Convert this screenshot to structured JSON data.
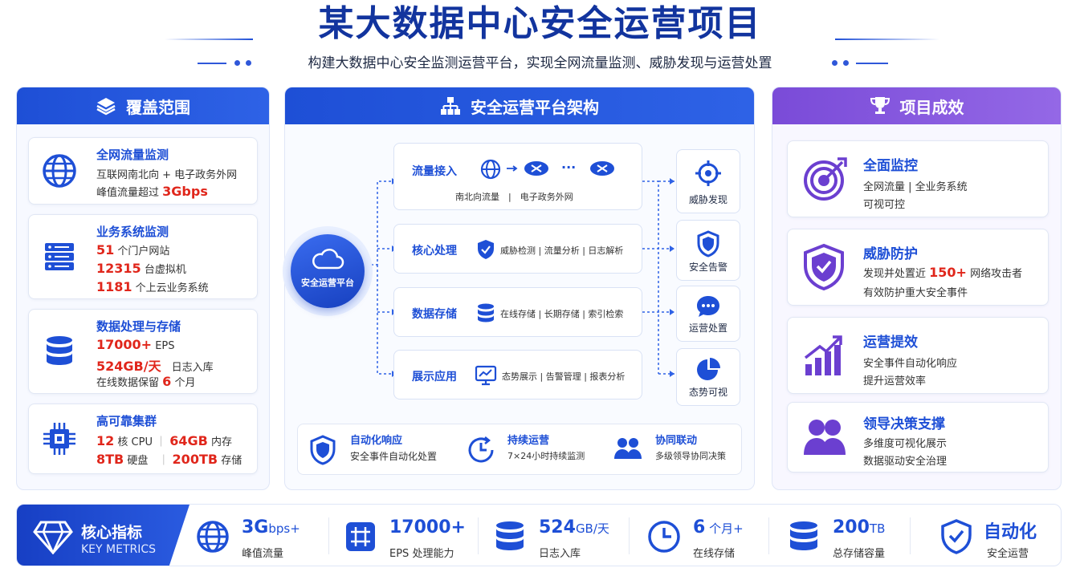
{
  "header": {
    "title": "某大数据中心安全运营项目",
    "subtitle": "构建大数据中心安全监测运营平台，实现全网流量监测、威胁发现与运营处置"
  },
  "colors": {
    "primary_blue": "#1e4fd6",
    "purple": "#7a4bd8",
    "accent_red": "#e0261b"
  },
  "coverage": {
    "title": "覆盖范围",
    "icon": "layers-icon",
    "cards": [
      {
        "icon": "globe-icon",
        "title": "全网流量监测",
        "line1": "互联网南北向 + 电子政务外网",
        "line2_text": "峰值流量超过",
        "line2_value": "3Gbps"
      },
      {
        "icon": "server-icon",
        "title": "业务系统监测",
        "r1_value": "51",
        "r1_text": "个门户网站",
        "r2_value": "12315",
        "r2_text": "台虚拟机",
        "r3_value": "1181",
        "r3_text": "个上云业务系统"
      },
      {
        "icon": "database-icon",
        "title": "数据处理与存储",
        "r1_value": "17000+",
        "r1_text": "EPS",
        "r2_value": "524GB/天",
        "r2_text": "日志入库",
        "r3_pre": "在线数据保留",
        "r3_value": "6",
        "r3_text": "个月"
      },
      {
        "icon": "cpu-chip-icon",
        "title": "高可靠集群",
        "a_value": "12",
        "a_text": "核 CPU",
        "b_value": "64GB",
        "b_text": "内存",
        "c_value": "8TB",
        "c_text": "硬盘",
        "d_value": "200TB",
        "d_text": "存储"
      }
    ]
  },
  "architecture": {
    "title": "安全运营平台架构",
    "icon": "network-icon",
    "center": "安全运营平台",
    "rows": [
      {
        "label": "流量接入",
        "detail": "南北向流量　|　电子政务外网",
        "dots": "···"
      },
      {
        "label": "核心处理",
        "detail": "威胁检测 | 流量分析 | 日志解析"
      },
      {
        "label": "数据存储",
        "detail": "在线存储 | 长期存储 | 索引检索"
      },
      {
        "label": "展示应用",
        "detail": "态势展示 | 告警管理 | 报表分析"
      }
    ],
    "outputs": [
      "威胁发现",
      "安全告警",
      "运营处置",
      "态势可视"
    ],
    "bottom": [
      {
        "title": "自动化响应",
        "sub": "安全事件自动化处置"
      },
      {
        "title": "持续运营",
        "sub": "7×24小时持续监测"
      },
      {
        "title": "协同联动",
        "sub": "多级领导协同决策"
      }
    ]
  },
  "results": {
    "title": "项目成效",
    "icon": "trophy-icon",
    "cards": [
      {
        "icon": "target-icon",
        "title": "全面监控",
        "line1": "全网流量 | 全业务系统",
        "line2": "可视可控"
      },
      {
        "icon": "shield-check-icon",
        "title": "威胁防护",
        "line1_pre": "发现并处置近",
        "line1_value": "150+",
        "line1_post": "网络攻击者",
        "line2": "有效防护重大安全事件"
      },
      {
        "icon": "growth-chart-icon",
        "title": "运营提效",
        "line1": "安全事件自动化响应",
        "line2": "提升运营效率"
      },
      {
        "icon": "users-icon",
        "title": "领导决策支撑",
        "line1": "多维度可视化展示",
        "line2": "数据驱动安全治理"
      }
    ]
  },
  "metrics": {
    "title": "核心指标",
    "subtitle": "KEY METRICS",
    "items": [
      {
        "value": "3G",
        "unit": "bps+",
        "label": "峰值流量"
      },
      {
        "value": "17000+",
        "unit": "",
        "label": "EPS 处理能力"
      },
      {
        "value": "524",
        "unit": "GB/天",
        "label": "日志入库"
      },
      {
        "value": "6",
        "unit": " 个月+",
        "label": "在线存储"
      },
      {
        "value": "200",
        "unit": "TB",
        "label": "总存储容量"
      },
      {
        "value": "自动化",
        "unit": "",
        "label": "安全运营"
      }
    ]
  }
}
